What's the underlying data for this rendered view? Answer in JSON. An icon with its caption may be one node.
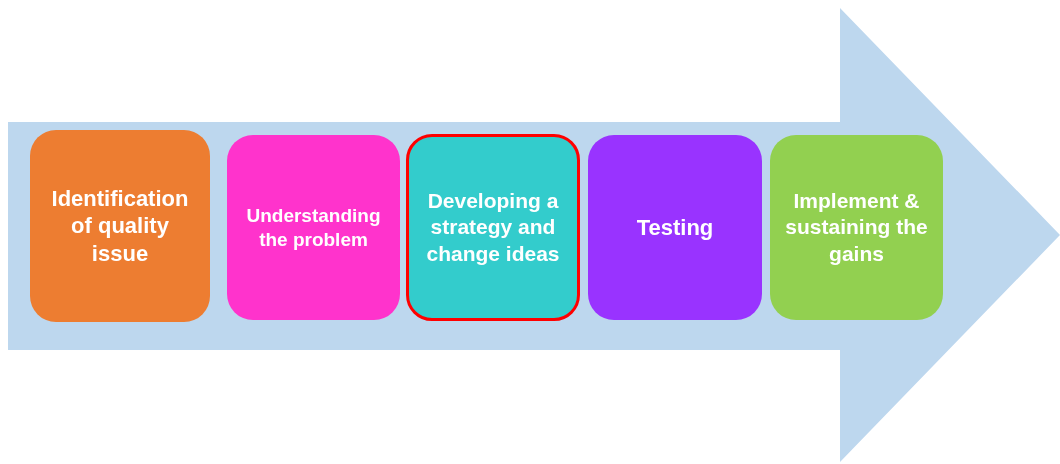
{
  "diagram": {
    "nodes": [
      {
        "text": [
          "Identification of quality issue"
        ]
      },
      {
        "text": [
          "Understanding the problem"
        ]
      },
      {
        "text": [
          "Developing a strategy and change ideas"
        ]
      },
      {
        "text": [
          "Testing"
        ]
      },
      {
        "text": [
          "Implement & sustaining the gains"
        ]
      }
    ]
  }
}
